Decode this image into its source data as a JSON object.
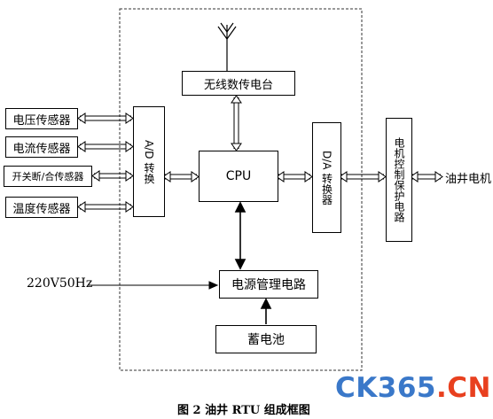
{
  "sensors": {
    "voltage": "电压传感器",
    "current": "电流传感器",
    "switch": "开关断/合传感器",
    "temperature": "温度传感器"
  },
  "blocks": {
    "ad": "A/D 转换",
    "radio": "无线数传电台",
    "cpu": "CPU",
    "da": "D/A 转换器",
    "motor_protect": "电机控制保护电路",
    "power_mgmt": "电源管理电路",
    "battery": "蓄电池"
  },
  "external": {
    "ac_input": "220V50Hz",
    "pump_motor": "油井电机"
  },
  "caption": "图 2   油井 RTU 组成框图",
  "watermark": {
    "part_a": "CK365",
    "part_b": ".CN"
  }
}
